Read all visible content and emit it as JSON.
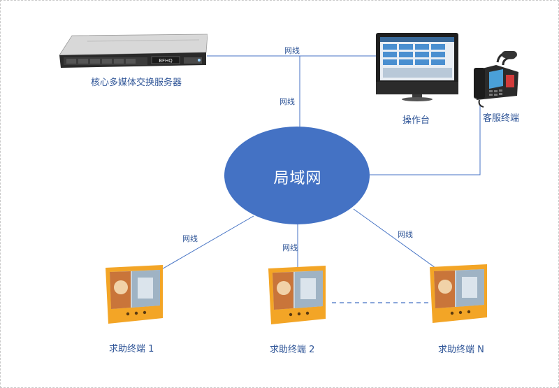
{
  "diagram": {
    "center": {
      "label": "局域网",
      "color": "#4472c4"
    },
    "connection_label": "网线",
    "line_color": "#4472c4",
    "nodes": {
      "server": {
        "label": "核心多媒体交换服务器"
      },
      "console": {
        "label": "操作台"
      },
      "service": {
        "label": "客服终端"
      },
      "help1": {
        "label": "求助终端 1"
      },
      "help2": {
        "label": "求助终端 2"
      },
      "helpN": {
        "label": "求助终端 N"
      }
    },
    "server_brand": "BFHQ"
  }
}
